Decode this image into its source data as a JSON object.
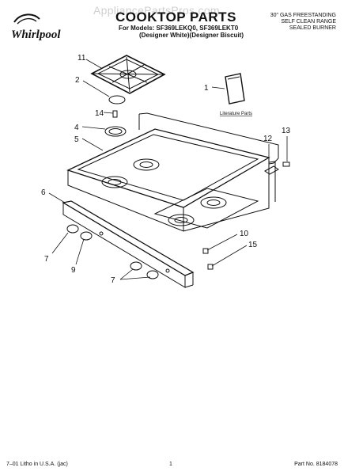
{
  "header": {
    "brand": "Whirlpool",
    "watermark": "AppliancePartsPros.com",
    "title": "COOKTOP PARTS",
    "models_line": "For Models: SF369LEKQ0, SF369LEKT0",
    "variants_line": "(Designer White)(Designer Biscuit)",
    "product_lines": [
      "30\" GAS FREESTANDING",
      "SELF CLEAN RANGE",
      "SEALED BURNER"
    ]
  },
  "diagram": {
    "literature_label": "Literature Parts",
    "callouts": [
      "11",
      "2",
      "1",
      "14",
      "4",
      "5",
      "13",
      "12",
      "6",
      "10",
      "15",
      "7",
      "9",
      "7"
    ]
  },
  "footer": {
    "left": "7–01 Litho in U.S.A. (jac)",
    "page": "1",
    "right": "Part No. 8184078"
  },
  "colors": {
    "ink": "#111111",
    "watermark": "#9a9a9a"
  }
}
